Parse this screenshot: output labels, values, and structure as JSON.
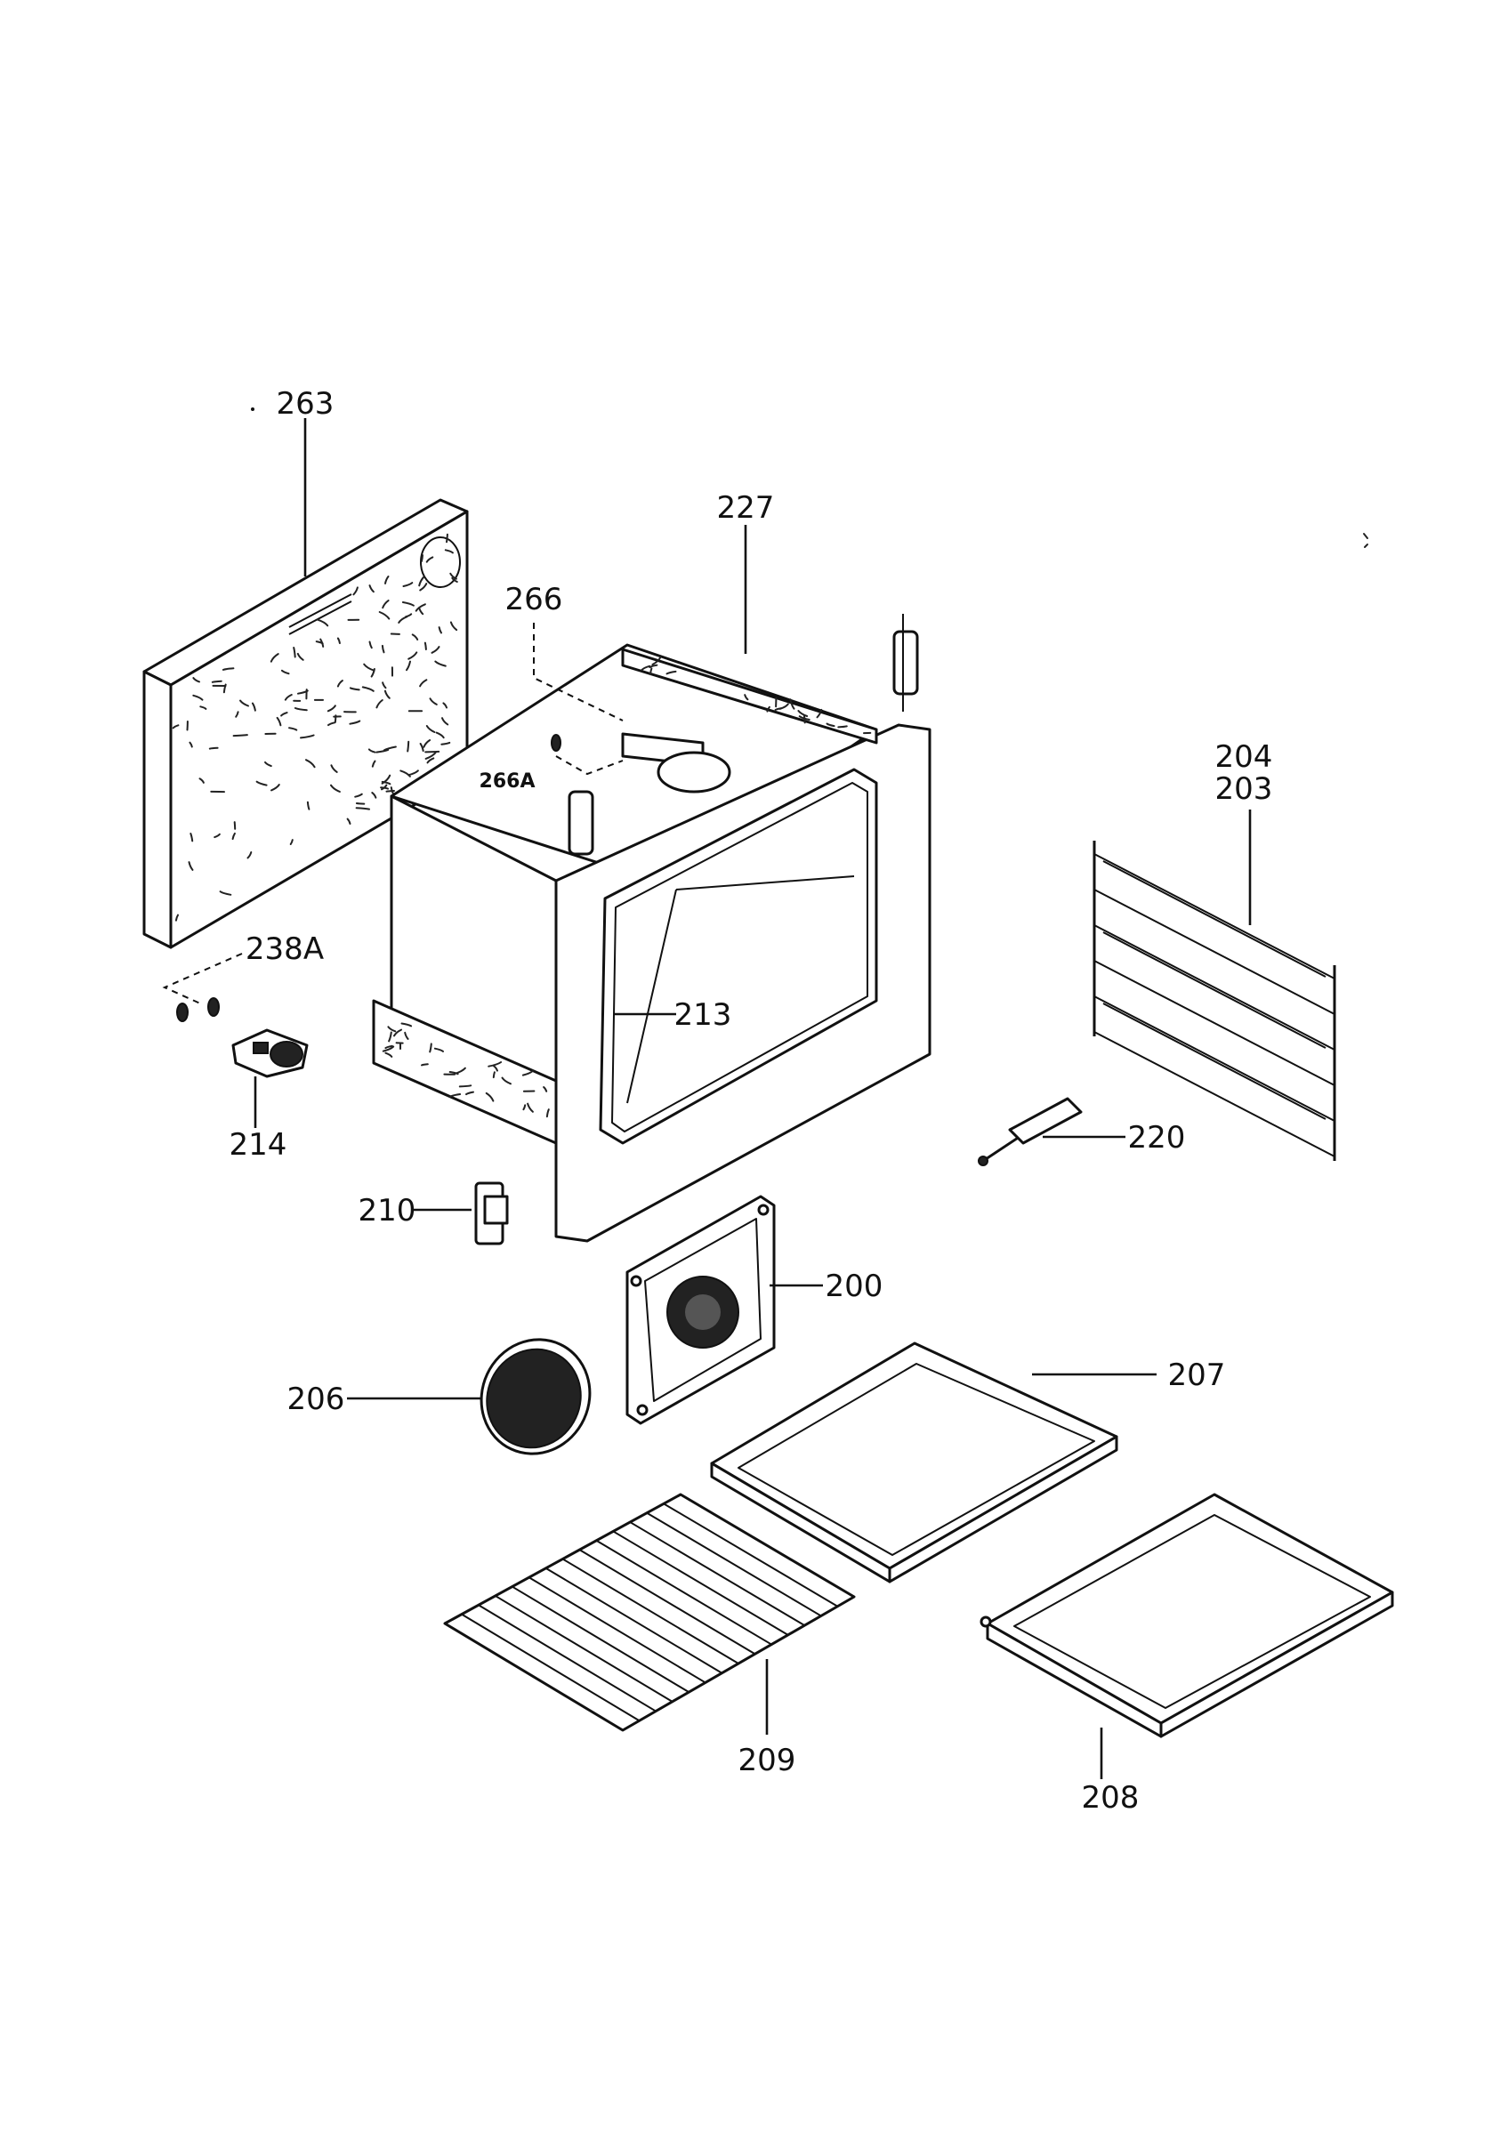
{
  "diagram": {
    "callouts": [
      {
        "id": "263",
        "label": "263"
      },
      {
        "id": "227",
        "label": "227"
      },
      {
        "id": "266",
        "label": "266"
      },
      {
        "id": "266A",
        "label": "266A"
      },
      {
        "id": "204",
        "label": "204"
      },
      {
        "id": "203",
        "label": "203"
      },
      {
        "id": "238A",
        "label": "238A"
      },
      {
        "id": "213",
        "label": "213"
      },
      {
        "id": "214",
        "label": "214"
      },
      {
        "id": "220",
        "label": "220"
      },
      {
        "id": "210",
        "label": "210"
      },
      {
        "id": "200",
        "label": "200"
      },
      {
        "id": "206",
        "label": "206"
      },
      {
        "id": "207",
        "label": "207"
      },
      {
        "id": "209",
        "label": "209"
      },
      {
        "id": "208",
        "label": "208"
      }
    ]
  }
}
